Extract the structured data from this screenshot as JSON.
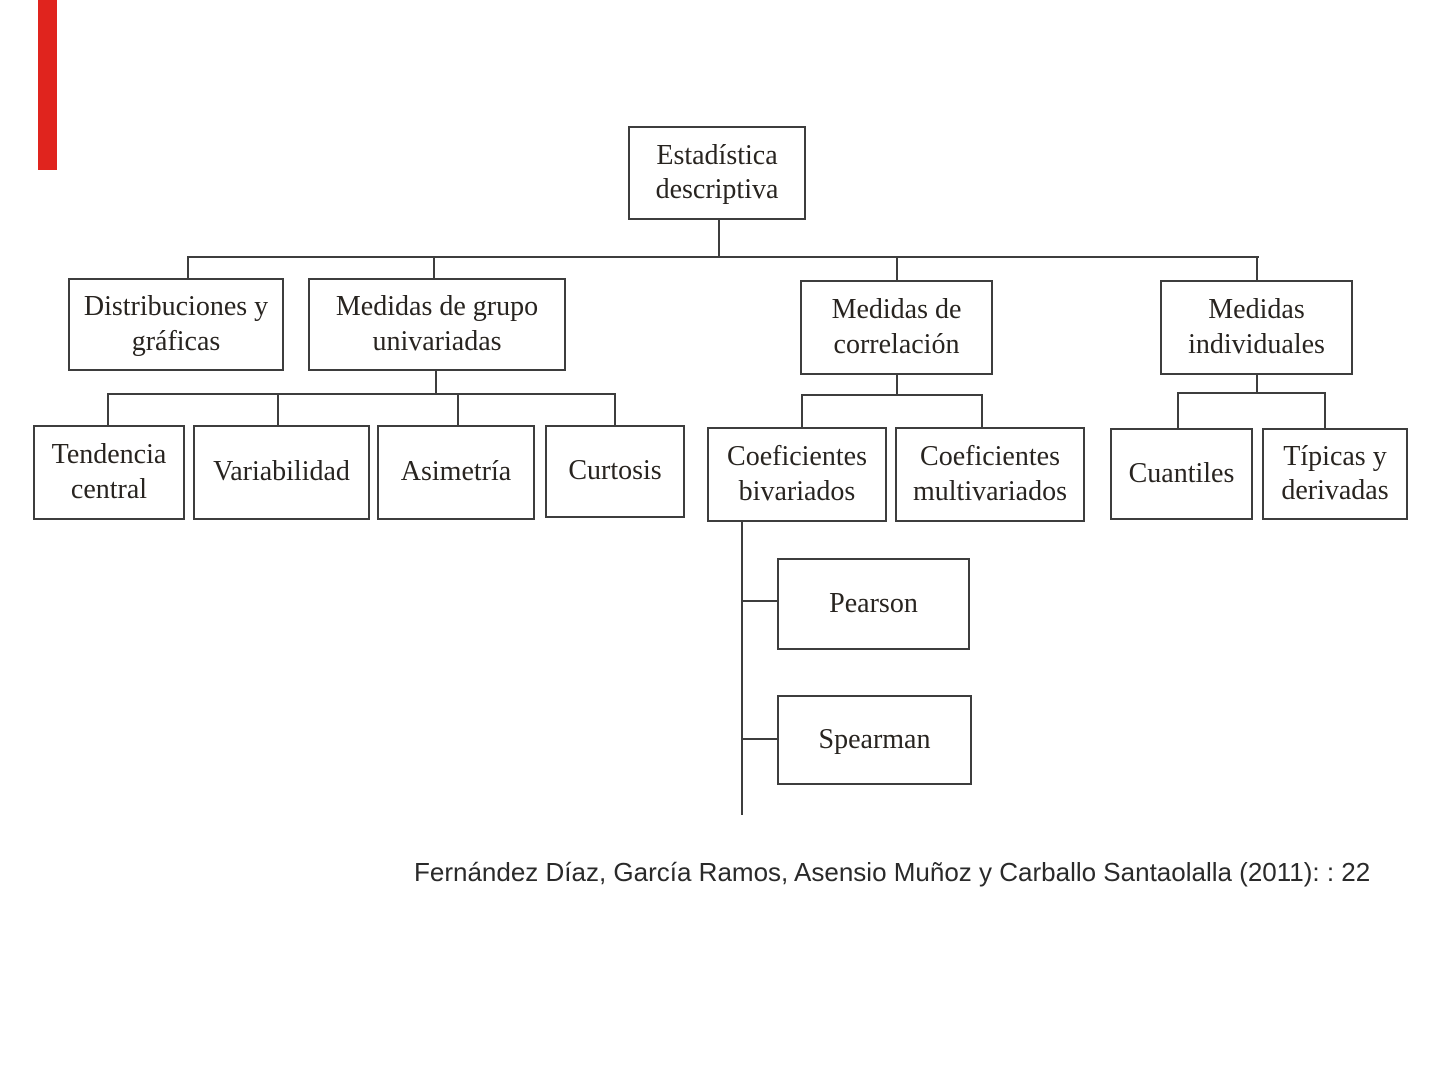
{
  "colors": {
    "background": "#ffffff",
    "line": "#3d3d3d",
    "box_border": "#3d3d3d",
    "text": "#282420",
    "accent_bar": "#e0241e",
    "caption_text": "#2a2a2a"
  },
  "tree": {
    "label": "Estadística descriptiva",
    "children": [
      {
        "label": "Distribuciones y gráficas",
        "children": []
      },
      {
        "label": "Medidas de grupo univariadas",
        "children": [
          {
            "label": "Tendencia central"
          },
          {
            "label": "Variabilidad"
          },
          {
            "label": "Asimetría"
          },
          {
            "label": "Curtosis"
          }
        ]
      },
      {
        "label": "Medidas de correlación",
        "children": [
          {
            "label": "Coeficientes bivariados",
            "children": [
              {
                "label": "Pearson"
              },
              {
                "label": "Spearman"
              }
            ]
          },
          {
            "label": "Coeficientes multivariados"
          }
        ]
      },
      {
        "label": "Medidas individuales",
        "children": [
          {
            "label": "Cuantiles"
          },
          {
            "label": "Típicas y derivadas"
          }
        ]
      }
    ]
  },
  "caption": {
    "text": "Fernández Díaz, García Ramos, Asensio Muñoz y Carballo Santaolalla (2011): : 22"
  }
}
